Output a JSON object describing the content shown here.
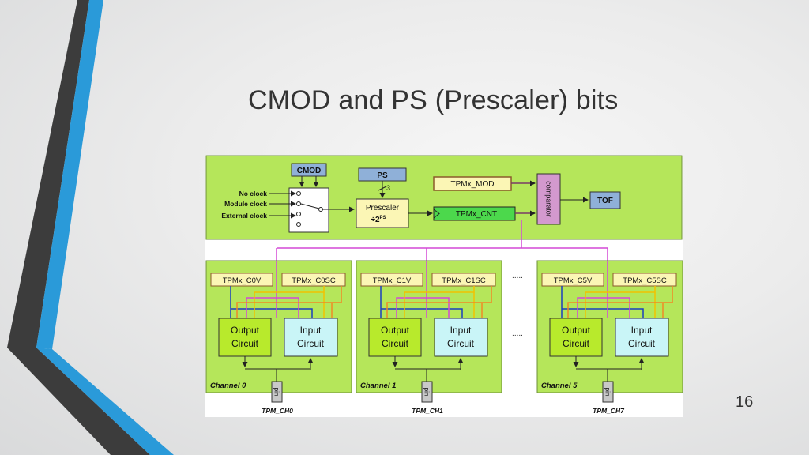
{
  "slide": {
    "title": "CMOD and PS (Prescaler) bits",
    "page_number": "16"
  },
  "diagram": {
    "cmod_label": "CMOD",
    "clock_inputs": [
      "No clock",
      "Module clock",
      "External clock"
    ],
    "ps_label": "PS",
    "ps_bus_width": "3",
    "prescaler_label": "Prescaler",
    "prescaler_divider": "÷2",
    "prescaler_exp": "PS",
    "mod_register": "TPMx_MOD",
    "cnt_register": "TPMx_CNT",
    "comparator_label": "comparator",
    "tof_label": "TOF",
    "ellipsis": ".....",
    "channels": [
      {
        "cv": "TPMx_C0V",
        "csc": "TPMx_C0SC",
        "name": "Channel 0",
        "pin": "pin",
        "output": "TPM_CH0"
      },
      {
        "cv": "TPMx_C1V",
        "csc": "TPMx_C1SC",
        "name": "Channel 1",
        "pin": "pin",
        "output": "TPM_CH1"
      },
      {
        "cv": "TPMx_C5V",
        "csc": "TPMx_C5SC",
        "name": "Channel 5",
        "pin": "pin",
        "output": "TPM_CH7"
      }
    ],
    "output_circuit": [
      "Output",
      "Circuit"
    ],
    "input_circuit": [
      "Input",
      "Circuit"
    ]
  }
}
